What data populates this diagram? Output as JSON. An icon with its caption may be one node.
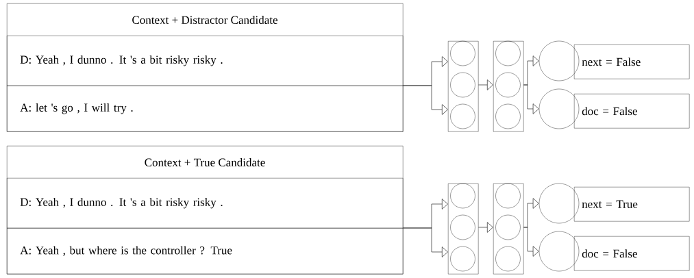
{
  "diagram": {
    "nodes": [
      {
        "text": [
          "Context + Distractor Candidate"
        ]
      },
      {
        "text": [
          "D:  Yeah ,  I dunno .  It 's a bit risky risky ."
        ],
        "in": 0
      },
      {
        "text": [
          "A:  let 's go ,  I will try ."
        ],
        "in": 0
      },
      {
        "text": [],
        "shape": "box"
      },
      {
        "text": [],
        "shape": "circle",
        "in": 3
      },
      {
        "text": [],
        "shape": "circle",
        "in": 3
      },
      {
        "text": [],
        "shape": "circle",
        "in": 3
      },
      {
        "text": [],
        "shape": "box"
      },
      {
        "text": [],
        "shape": "circle",
        "in": 7
      },
      {
        "text": [],
        "shape": "circle",
        "in": 7
      },
      {
        "text": [],
        "shape": "circle",
        "in": 7
      },
      {
        "text": [],
        "shape": "circle"
      },
      {
        "text": [],
        "shape": "circle"
      },
      {
        "text": [
          "next = False"
        ]
      },
      {
        "text": [
          "doc = False"
        ]
      },
      {
        "text": [
          "Context + True Candidate"
        ]
      },
      {
        "text": [
          "D:  Yeah ,  I dunno .  It 's a bit risky risky ."
        ],
        "in": 15
      },
      {
        "text": [
          "A:  Yeah , but where is the controller ? True"
        ],
        "in": 15
      },
      {
        "text": [],
        "shape": "box"
      },
      {
        "text": [],
        "shape": "circle",
        "in": 18
      },
      {
        "text": [],
        "shape": "circle",
        "in": 18
      },
      {
        "text": [],
        "shape": "circle",
        "in": 18
      },
      {
        "text": [],
        "shape": "box"
      },
      {
        "text": [],
        "shape": "circle",
        "in": 22
      },
      {
        "text": [],
        "shape": "circle",
        "in": 22
      },
      {
        "text": [],
        "shape": "circle",
        "in": 22
      },
      {
        "text": [],
        "shape": "circle"
      },
      {
        "text": [],
        "shape": "circle"
      },
      {
        "text": [
          "next = True"
        ]
      },
      {
        "text": [
          "doc = False"
        ]
      }
    ],
    "edges": [
      {
        "from": 0,
        "to": 3,
        "arrow": "to"
      },
      {
        "from": 0,
        "to": 3,
        "arrow": "to"
      },
      {
        "from": 3,
        "to": 7,
        "arrow": "to"
      },
      {
        "from": 7,
        "to": 11,
        "arrow": "to"
      },
      {
        "from": 7,
        "to": 12,
        "arrow": "to"
      },
      {
        "from": 15,
        "to": 18,
        "arrow": "to"
      },
      {
        "from": 15,
        "to": 18,
        "arrow": "to"
      },
      {
        "from": 18,
        "to": 22,
        "arrow": "to"
      },
      {
        "from": 22,
        "to": 26,
        "arrow": "to"
      },
      {
        "from": 22,
        "to": 27,
        "arrow": "to"
      }
    ]
  }
}
